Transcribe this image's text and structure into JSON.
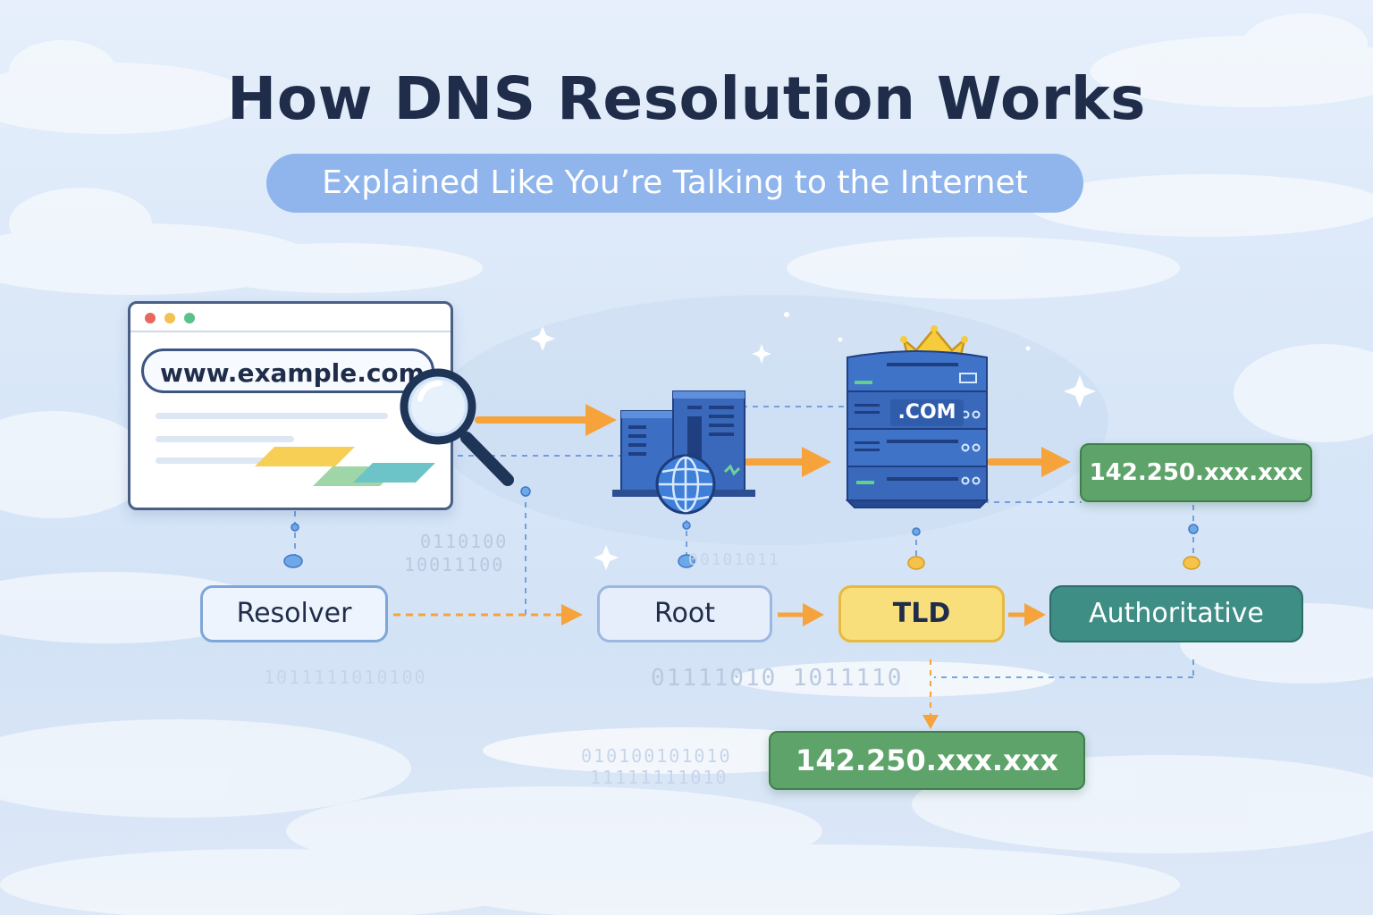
{
  "title": "How DNS Resolution Works",
  "subtitle": "Explained Like You’re Talking to the Internet",
  "browser": {
    "url": "www.example.com"
  },
  "tld_server": {
    "label": ".COM"
  },
  "result_ip_top": "142.250.xxx.xxx",
  "result_ip_bottom": "142.250.xxx.xxx",
  "nodes": {
    "resolver": "Resolver",
    "root": "Root",
    "tld": "TLD",
    "authoritative": "Authoritative"
  },
  "binary": {
    "b1": "0110100",
    "b2": "10011100",
    "b3": "01111010 1011110",
    "b4": "1011111010100",
    "b5": "010100101010",
    "b6": "11111111010",
    "b7": "00101011"
  },
  "colors": {
    "arrow": "#f5a33a",
    "dashed": "#5b8fd6",
    "ip_green": "#5ea36a",
    "tld_yellow": "#f9df7c",
    "auth_teal": "#3f8e86",
    "server_blue": "#3c6ec4"
  }
}
